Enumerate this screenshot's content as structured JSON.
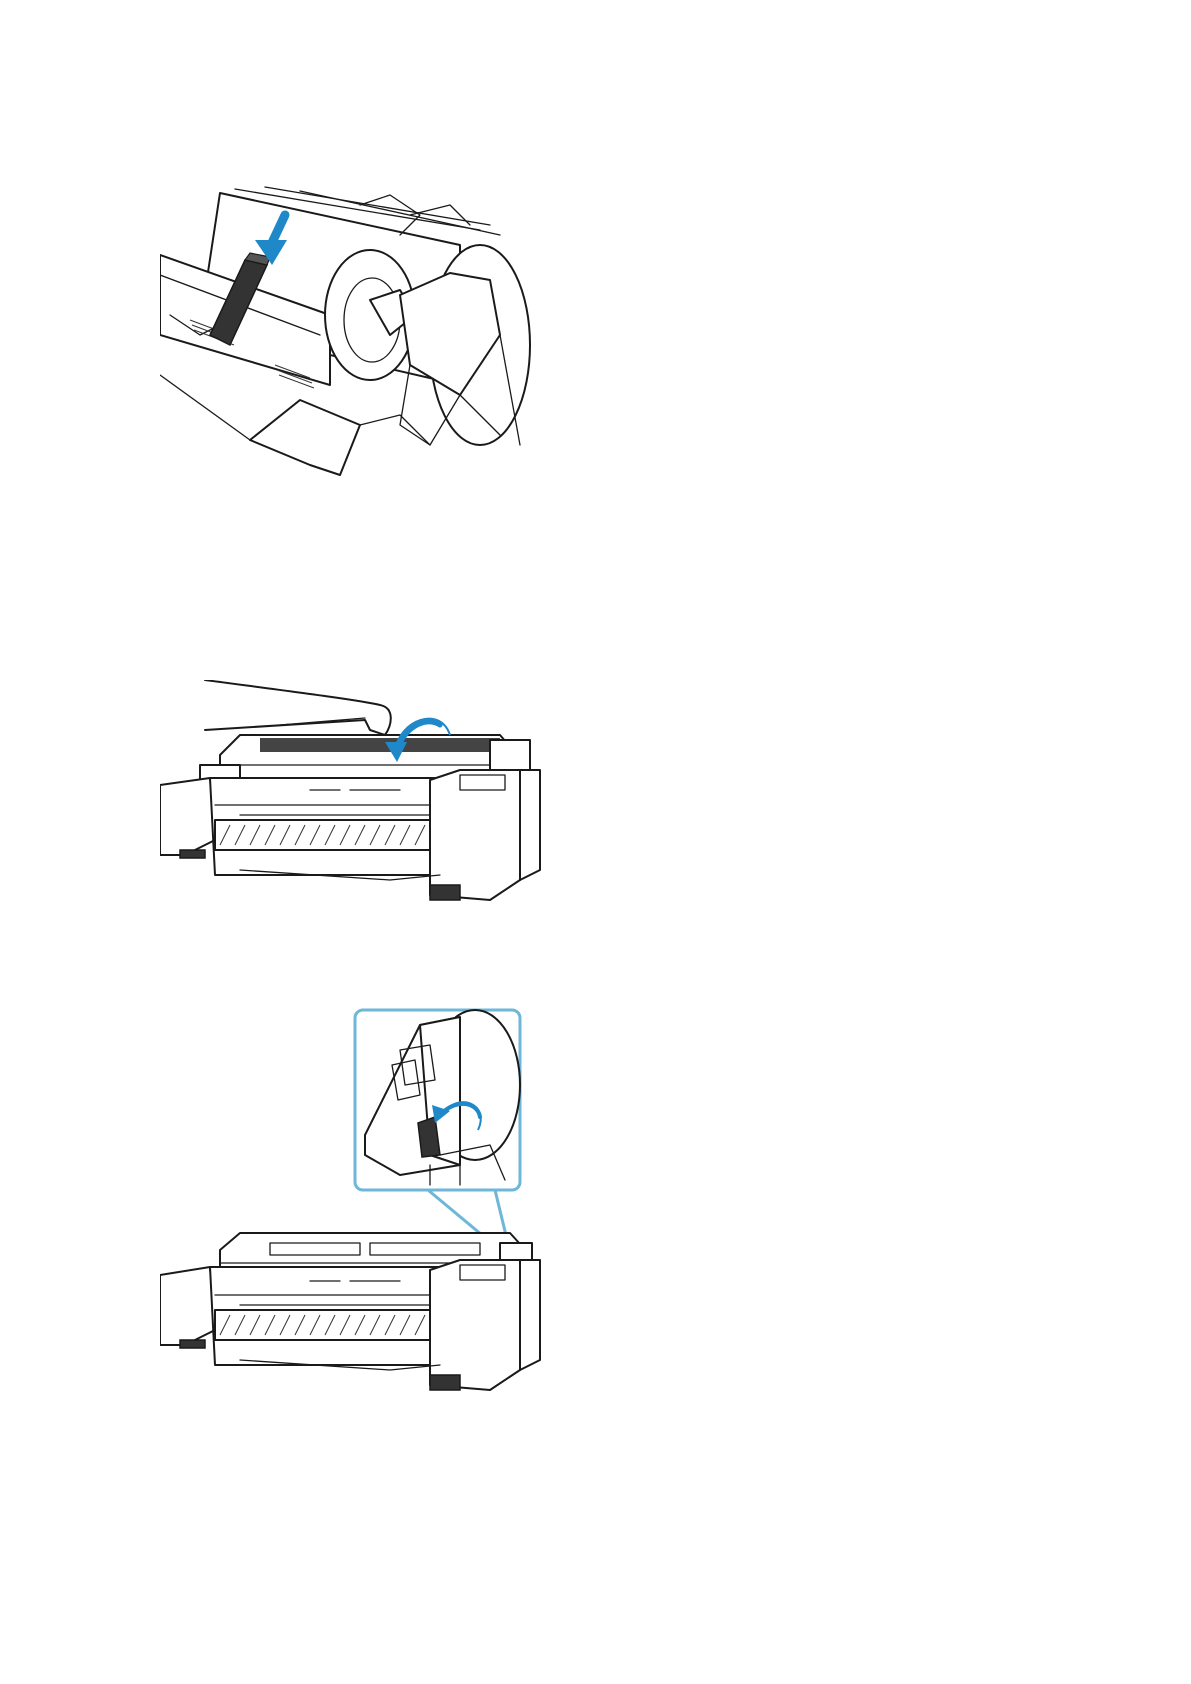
{
  "figures": [
    {
      "icon": "roll-holder-insert-illustration",
      "accent": "#1e88c9"
    },
    {
      "icon": "close-top-cover-illustration",
      "accent": "#1e88c9"
    },
    {
      "icon": "lower-release-lever-illustration",
      "accent": "#1e88c9",
      "callout_border": "#6fb7d8"
    }
  ]
}
